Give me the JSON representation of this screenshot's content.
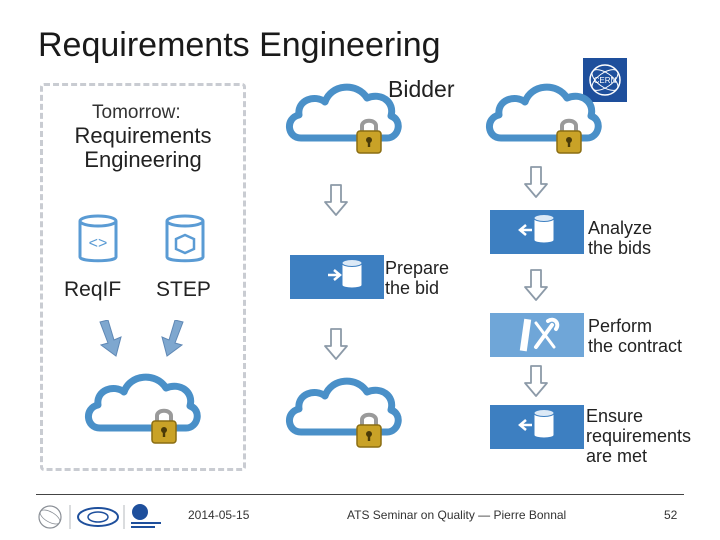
{
  "title": "Requirements Engineering",
  "bidder_label": "Bidder",
  "tomorrow": {
    "label": "Tomorrow:",
    "heading_line1": "Requirements",
    "heading_line2": "Engineering",
    "formats": [
      "ReqIF",
      "STEP"
    ]
  },
  "steps": {
    "prepare": [
      "Prepare",
      "the bid"
    ],
    "analyze": [
      "Analyze",
      "the bids"
    ],
    "perform": [
      "Perform",
      "the contract"
    ],
    "ensure": [
      "Ensure",
      "requirements",
      "are met"
    ]
  },
  "logo_text": "CERN",
  "footer": {
    "date": "2014-05-15",
    "center": "ATS Seminar on Quality — Pierre Bonnal",
    "page": "52"
  },
  "colors": {
    "cloud_stroke": "#4a90c8",
    "box_blue": "#3d7fc1",
    "box_light": "#6fa6d8",
    "lock_gold": "#c9a227",
    "frame": "#c9ccd2"
  }
}
